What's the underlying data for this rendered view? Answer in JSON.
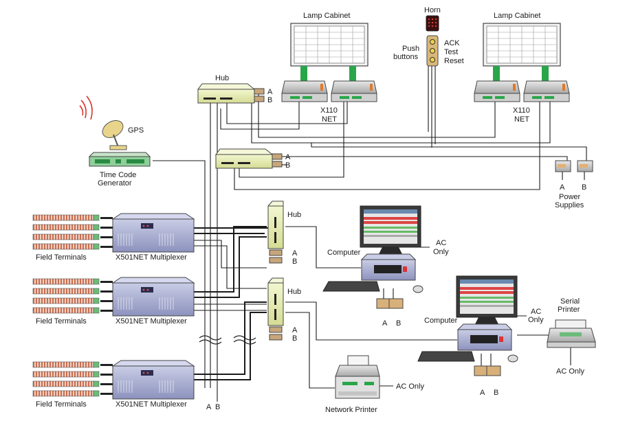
{
  "labels": {
    "lamp_cabinet_left": "Lamp Cabinet",
    "lamp_cabinet_right": "Lamp Cabinet",
    "horn": "Horn",
    "push_buttons_1": "Push",
    "push_buttons_2": "buttons",
    "ack": "ACK",
    "test": "Test",
    "reset": "Reset",
    "hub_top": "Hub",
    "hub_mid": "Hub",
    "hub_low": "Hub",
    "x110_left_1": "X110",
    "x110_left_2": "NET",
    "x110_right_1": "X110",
    "x110_right_2": "NET",
    "gps": "GPS",
    "tcg_1": "Time Code",
    "tcg_2": "Generator",
    "power_1": "Power",
    "power_2": "Supplies",
    "computer_1": "Computer",
    "computer_2": "Computer",
    "ac_only_1a": "AC",
    "ac_only_1b": "Only",
    "ac_only_2a": "AC",
    "ac_only_2b": "Only",
    "serial_printer_1": "Serial",
    "serial_printer_2": "Printer",
    "ac_only_printer": "AC Only",
    "ac_only_network": "AC Only",
    "network_printer": "Network Printer",
    "field_terminals": "Field Terminals",
    "multiplexer": "X501NET Multiplexer",
    "a": "A",
    "b": "B"
  },
  "colors": {
    "hub_fill": "#e6ecb0",
    "device_gray": "#c9c9c9",
    "green": "#2aa64a",
    "mux_blue": "#9aa0c8",
    "terminal_orange": "#d9866a",
    "radio_red": "#d6342a"
  }
}
